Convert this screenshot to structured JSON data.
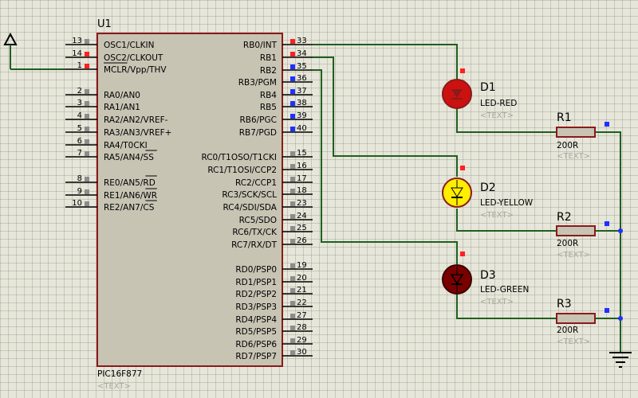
{
  "chip": {
    "ref": "U1",
    "part": "PIC16F877",
    "placeholder": "<TEXT>",
    "left_pins": [
      {
        "num": "13",
        "label": "OSC1/CLKIN"
      },
      {
        "num": "14",
        "label": "OSC2/CLKOUT"
      },
      {
        "num": "1",
        "label": "MCLR/Vpp/THV"
      },
      {
        "num": "2",
        "label": "RA0/AN0"
      },
      {
        "num": "3",
        "label": "RA1/AN1"
      },
      {
        "num": "4",
        "label": "RA2/AN2/VREF-"
      },
      {
        "num": "5",
        "label": "RA3/AN3/VREF+"
      },
      {
        "num": "6",
        "label": "RA4/T0CKI"
      },
      {
        "num": "7",
        "label": "RA5/AN4/SS"
      },
      {
        "num": "8",
        "label": "RE0/AN5/RD"
      },
      {
        "num": "9",
        "label": "RE1/AN6/WR"
      },
      {
        "num": "10",
        "label": "RE2/AN7/CS"
      }
    ],
    "right_pins": [
      {
        "num": "33",
        "label": "RB0/INT"
      },
      {
        "num": "34",
        "label": "RB1"
      },
      {
        "num": "35",
        "label": "RB2"
      },
      {
        "num": "36",
        "label": "RB3/PGM"
      },
      {
        "num": "37",
        "label": "RB4"
      },
      {
        "num": "38",
        "label": "RB5"
      },
      {
        "num": "39",
        "label": "RB6/PGC"
      },
      {
        "num": "40",
        "label": "RB7/PGD"
      },
      {
        "num": "15",
        "label": "RC0/T1OSO/T1CKI"
      },
      {
        "num": "16",
        "label": "RC1/T1OSI/CCP2"
      },
      {
        "num": "17",
        "label": "RC2/CCP1"
      },
      {
        "num": "18",
        "label": "RC3/SCK/SCL"
      },
      {
        "num": "23",
        "label": "RC4/SDI/SDA"
      },
      {
        "num": "24",
        "label": "RC5/SDO"
      },
      {
        "num": "25",
        "label": "RC6/TX/CK"
      },
      {
        "num": "26",
        "label": "RC7/RX/DT"
      },
      {
        "num": "19",
        "label": "RD0/PSP0"
      },
      {
        "num": "20",
        "label": "RD1/PSP1"
      },
      {
        "num": "21",
        "label": "RD2/PSP2"
      },
      {
        "num": "22",
        "label": "RD3/PSP3"
      },
      {
        "num": "27",
        "label": "RD4/PSP4"
      },
      {
        "num": "28",
        "label": "RD5/PSP5"
      },
      {
        "num": "29",
        "label": "RD6/PSP6"
      },
      {
        "num": "30",
        "label": "RD7/PSP7"
      }
    ]
  },
  "leds": [
    {
      "ref": "D1",
      "part": "LED-RED",
      "placeholder": "<TEXT>",
      "color": "#cc1111"
    },
    {
      "ref": "D2",
      "part": "LED-YELLOW",
      "placeholder": "<TEXT>",
      "color": "#ffee00"
    },
    {
      "ref": "D3",
      "part": "LED-GREEN",
      "placeholder": "<TEXT>",
      "color": "#7a0000"
    }
  ],
  "resistors": [
    {
      "ref": "R1",
      "value": "200R",
      "placeholder": "<TEXT>"
    },
    {
      "ref": "R2",
      "value": "200R",
      "placeholder": "<TEXT>"
    },
    {
      "ref": "R3",
      "value": "200R",
      "placeholder": "<TEXT>"
    }
  ],
  "colors": {
    "background": "#e6e6da",
    "chip_body": "#c8c4b4",
    "outline": "#8b1a1a",
    "wire": "#1f5f1f",
    "pin_high": "#ff2020",
    "pin_low": "#2030ff",
    "pin_none": "#8c8c8c"
  },
  "pin_states": {
    "33": "high",
    "34": "high",
    "14": "high",
    "1": "high",
    "35": "low",
    "36": "low",
    "37": "low",
    "38": "low",
    "39": "low",
    "40": "low"
  },
  "icons": {
    "power": "power-terminal-icon",
    "ground": "ground-icon",
    "led": "led-diode-icon",
    "resistor": "resistor-icon"
  }
}
